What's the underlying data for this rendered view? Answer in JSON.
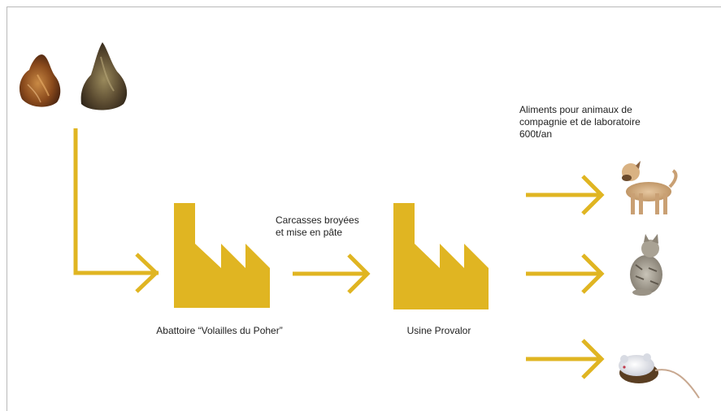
{
  "colors": {
    "accent": "#e0b522",
    "frame": "#b9b9b9",
    "text": "#222222"
  },
  "icons": {
    "poultry": "poultry-carcass-photos",
    "factory": "factory-icon",
    "arrow": "arrow-right-icon",
    "dog": "dog-photo",
    "cat": "cat-photo",
    "mouse": "mouse-photo"
  },
  "labels": {
    "abattoir": "Abattoire “Volailles du Poher”",
    "usine": "Usine Provalor",
    "carcasses": [
      "Carcasses broyées",
      "et mise en pâte"
    ],
    "aliments": [
      "Aliments pour animaux de",
      "compagnie et de laboratoire",
      "600t/an"
    ]
  }
}
